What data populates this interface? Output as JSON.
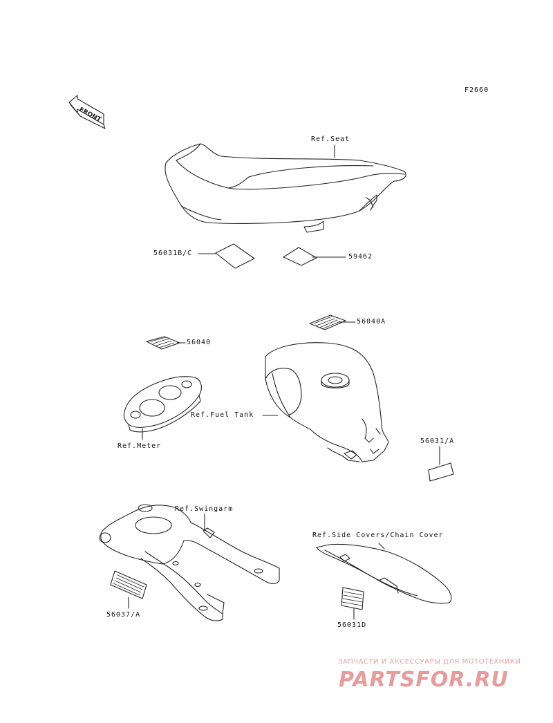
{
  "figure_code": "F2660",
  "front_arrow": {
    "text": "FRONT",
    "icon": "front-arrow-icon"
  },
  "labels": {
    "ref_seat": "Ref.Seat",
    "part_56031bc": "56031B/C",
    "part_59462": "59462",
    "part_56040a": "56040A",
    "part_56040": "56040",
    "ref_fuel_tank": "Ref.Fuel Tank",
    "ref_meter": "Ref.Meter",
    "part_56031a": "56031/A",
    "ref_swingarm": "Ref.Swingarm",
    "ref_side_covers": "Ref.Side Covers/Chain Cover",
    "part_56037a": "56037/A",
    "part_56031d": "56031D"
  },
  "watermark": {
    "subtitle": "ЗАПЧАСТИ И АКСЕССУАРЫ ДЛЯ МОТОТЕХНИКИ",
    "logo": "PARTSFOR.RU",
    "color": "#e89b9b"
  }
}
